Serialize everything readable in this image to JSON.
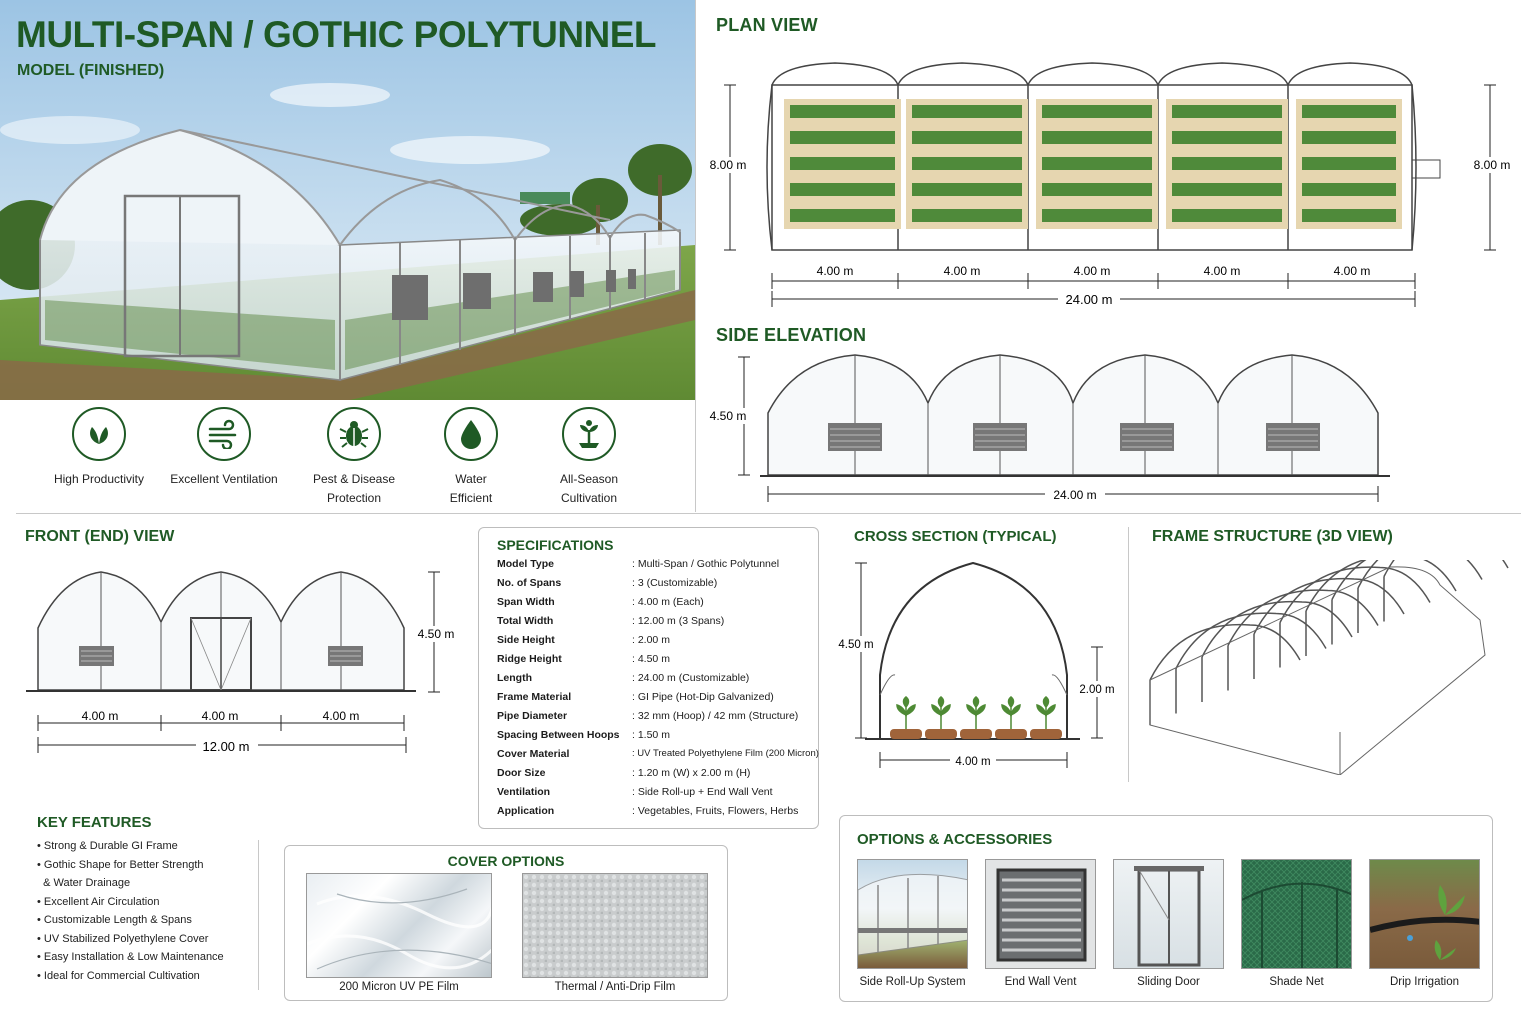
{
  "hero": {
    "title": "MULTI-SPAN / GOTHIC POLYTUNNEL",
    "subtitle": "MODEL (FINISHED)"
  },
  "benefits": [
    {
      "line1": "High Productivity",
      "line2": "",
      "icon": "leaf-icon"
    },
    {
      "line1": "Excellent Ventilation",
      "line2": "",
      "icon": "wind-icon"
    },
    {
      "line1": "Pest & Disease",
      "line2": "Protection",
      "icon": "bug-icon"
    },
    {
      "line1": "Water",
      "line2": "Efficient",
      "icon": "water-drop-icon"
    },
    {
      "line1": "All-Season",
      "line2": "Cultivation",
      "icon": "sprout-icon"
    }
  ],
  "plan_view": {
    "title": "PLAN VIEW",
    "width_left": "8.00 m",
    "width_right": "8.00 m",
    "spans": [
      "4.00 m",
      "4.00 m",
      "4.00 m",
      "4.00 m",
      "4.00 m"
    ],
    "total_length": "24.00 m"
  },
  "side_elevation": {
    "title": "SIDE ELEVATION",
    "height": "4.50 m",
    "length": "24.00 m"
  },
  "front_view": {
    "title": "FRONT (END) VIEW",
    "height": "4.50 m",
    "spans": [
      "4.00 m",
      "4.00 m",
      "4.00 m"
    ],
    "total_width": "12.00 m"
  },
  "specifications": {
    "title": "SPECIFICATIONS",
    "rows": [
      {
        "key": "Model Type",
        "value": ": Multi-Span / Gothic Polytunnel"
      },
      {
        "key": "No. of Spans",
        "value": ": 3 (Customizable)"
      },
      {
        "key": "Span Width",
        "value": ": 4.00 m (Each)"
      },
      {
        "key": "Total Width",
        "value": ": 12.00 m (3 Spans)"
      },
      {
        "key": "Side Height",
        "value": ": 2.00 m"
      },
      {
        "key": "Ridge Height",
        "value": ": 4.50 m"
      },
      {
        "key": "Length",
        "value": ": 24.00 m (Customizable)"
      },
      {
        "key": "Frame Material",
        "value": ": GI Pipe (Hot-Dip Galvanized)"
      },
      {
        "key": "Pipe Diameter",
        "value": ": 32 mm (Hoop) / 42 mm (Structure)"
      },
      {
        "key": "Spacing Between Hoops",
        "value": ": 1.50 m"
      },
      {
        "key": "Cover Material",
        "value": ": UV Treated Polyethylene Film (200 Micron)"
      },
      {
        "key": "Door Size",
        "value": ": 1.20 m (W) x 2.00 m (H)"
      },
      {
        "key": "Ventilation",
        "value": ": Side Roll-up + End Wall Vent"
      },
      {
        "key": "Application",
        "value": ": Vegetables, Fruits, Flowers, Herbs"
      }
    ]
  },
  "cross_section": {
    "title": "CROSS SECTION (TYPICAL)",
    "height": "4.50 m",
    "side_height": "2.00 m",
    "width": "4.00 m"
  },
  "frame_structure": {
    "title": "FRAME STRUCTURE (3D VIEW)"
  },
  "key_features": {
    "title": "KEY FEATURES",
    "items": [
      "• Strong & Durable GI Frame",
      "• Gothic Shape for Better Strength",
      "  & Water Drainage",
      "• Excellent Air Circulation",
      "• Customizable Length & Spans",
      "• UV Stabilized Polyethylene Cover",
      "• Easy Installation & Low Maintenance",
      "• Ideal for Commercial Cultivation"
    ]
  },
  "cover_options": {
    "title": "COVER OPTIONS",
    "items": [
      "200 Micron UV PE Film",
      "Thermal / Anti-Drip Film"
    ]
  },
  "options_accessories": {
    "title": "OPTIONS & ACCESSORIES",
    "items": [
      "Side Roll-Up System",
      "End Wall Vent",
      "Sliding Door",
      "Shade Net",
      "Drip Irrigation"
    ]
  },
  "colors": {
    "brand_green": "#1f5a25",
    "frame_gray": "#555555",
    "sky": "#bcd9ee",
    "grass": "#6e9a3e"
  }
}
